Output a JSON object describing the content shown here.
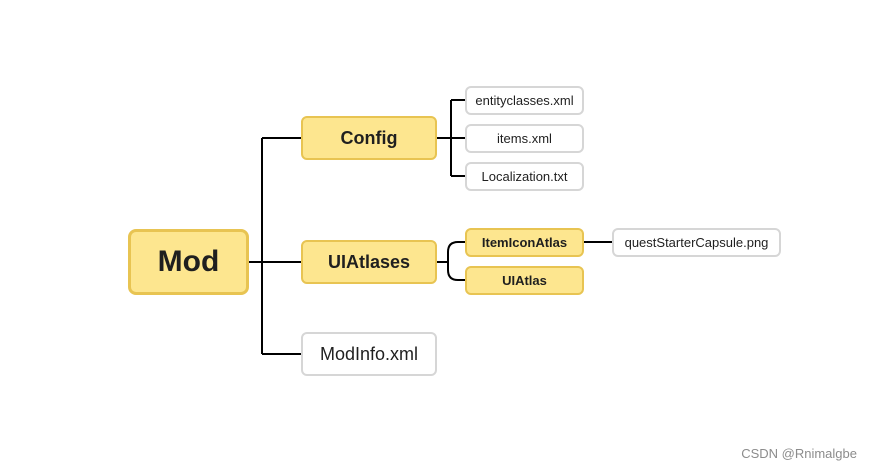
{
  "diagram": {
    "root": "Mod",
    "config": {
      "label": "Config",
      "files": [
        "entityclasses.xml",
        "items.xml",
        "Localization.txt"
      ]
    },
    "uiatlases": {
      "label": "UIAtlases",
      "item_icon_atlas": "ItemIconAtlas",
      "item_icon_atlas_file": "questStarterCapsule.png",
      "ui_atlas": "UIAtlas"
    },
    "modinfo": "ModInfo.xml"
  },
  "watermark": "CSDN @Rnimalgbe",
  "colors": {
    "highlight_fill": "#fde68f",
    "highlight_border": "#e8c452",
    "plain_border": "#d6d6d6",
    "connector": "#000000"
  }
}
